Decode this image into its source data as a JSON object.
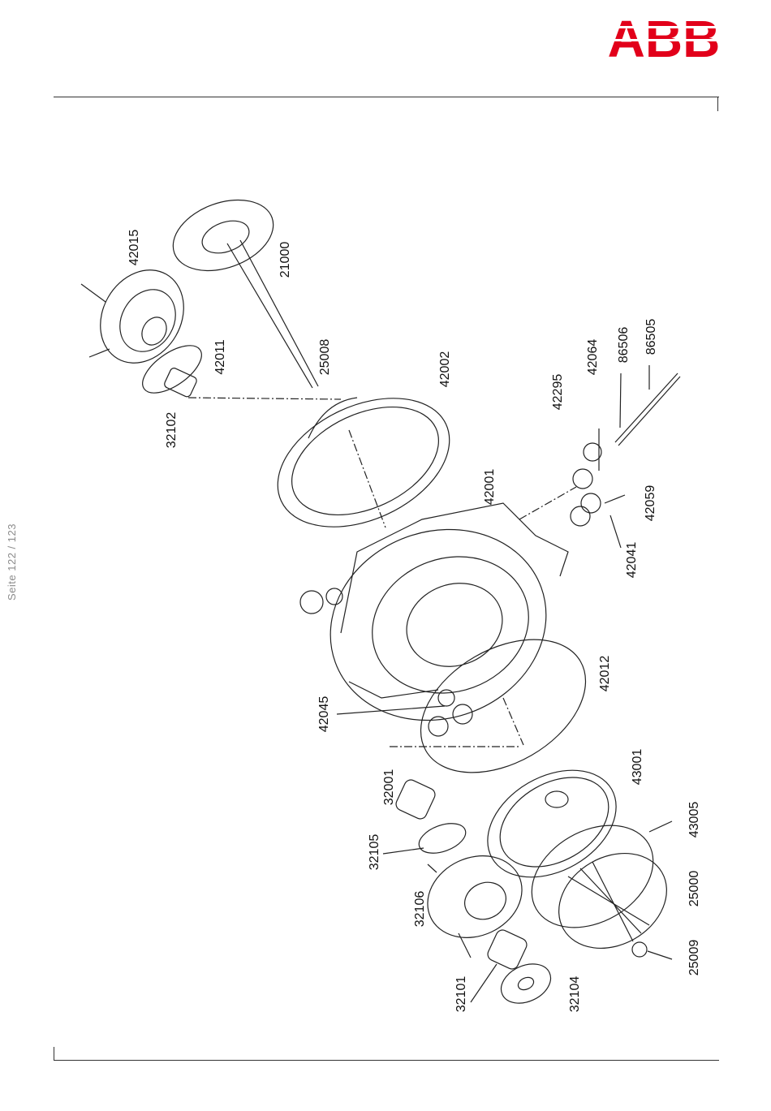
{
  "header": {
    "brand": "ABB",
    "brand_color": "#e2001a"
  },
  "footer": {
    "page_label": "Seite 122 / 123"
  },
  "drawing": {
    "part_numbers": [
      "42015",
      "21000",
      "42011",
      "25008",
      "32102",
      "42002",
      "42295",
      "42064",
      "86506",
      "86505",
      "42001",
      "42059",
      "42041",
      "42012",
      "42045",
      "32001",
      "43001",
      "43005",
      "32105",
      "25000",
      "32106",
      "25009",
      "32101",
      "32104"
    ]
  }
}
